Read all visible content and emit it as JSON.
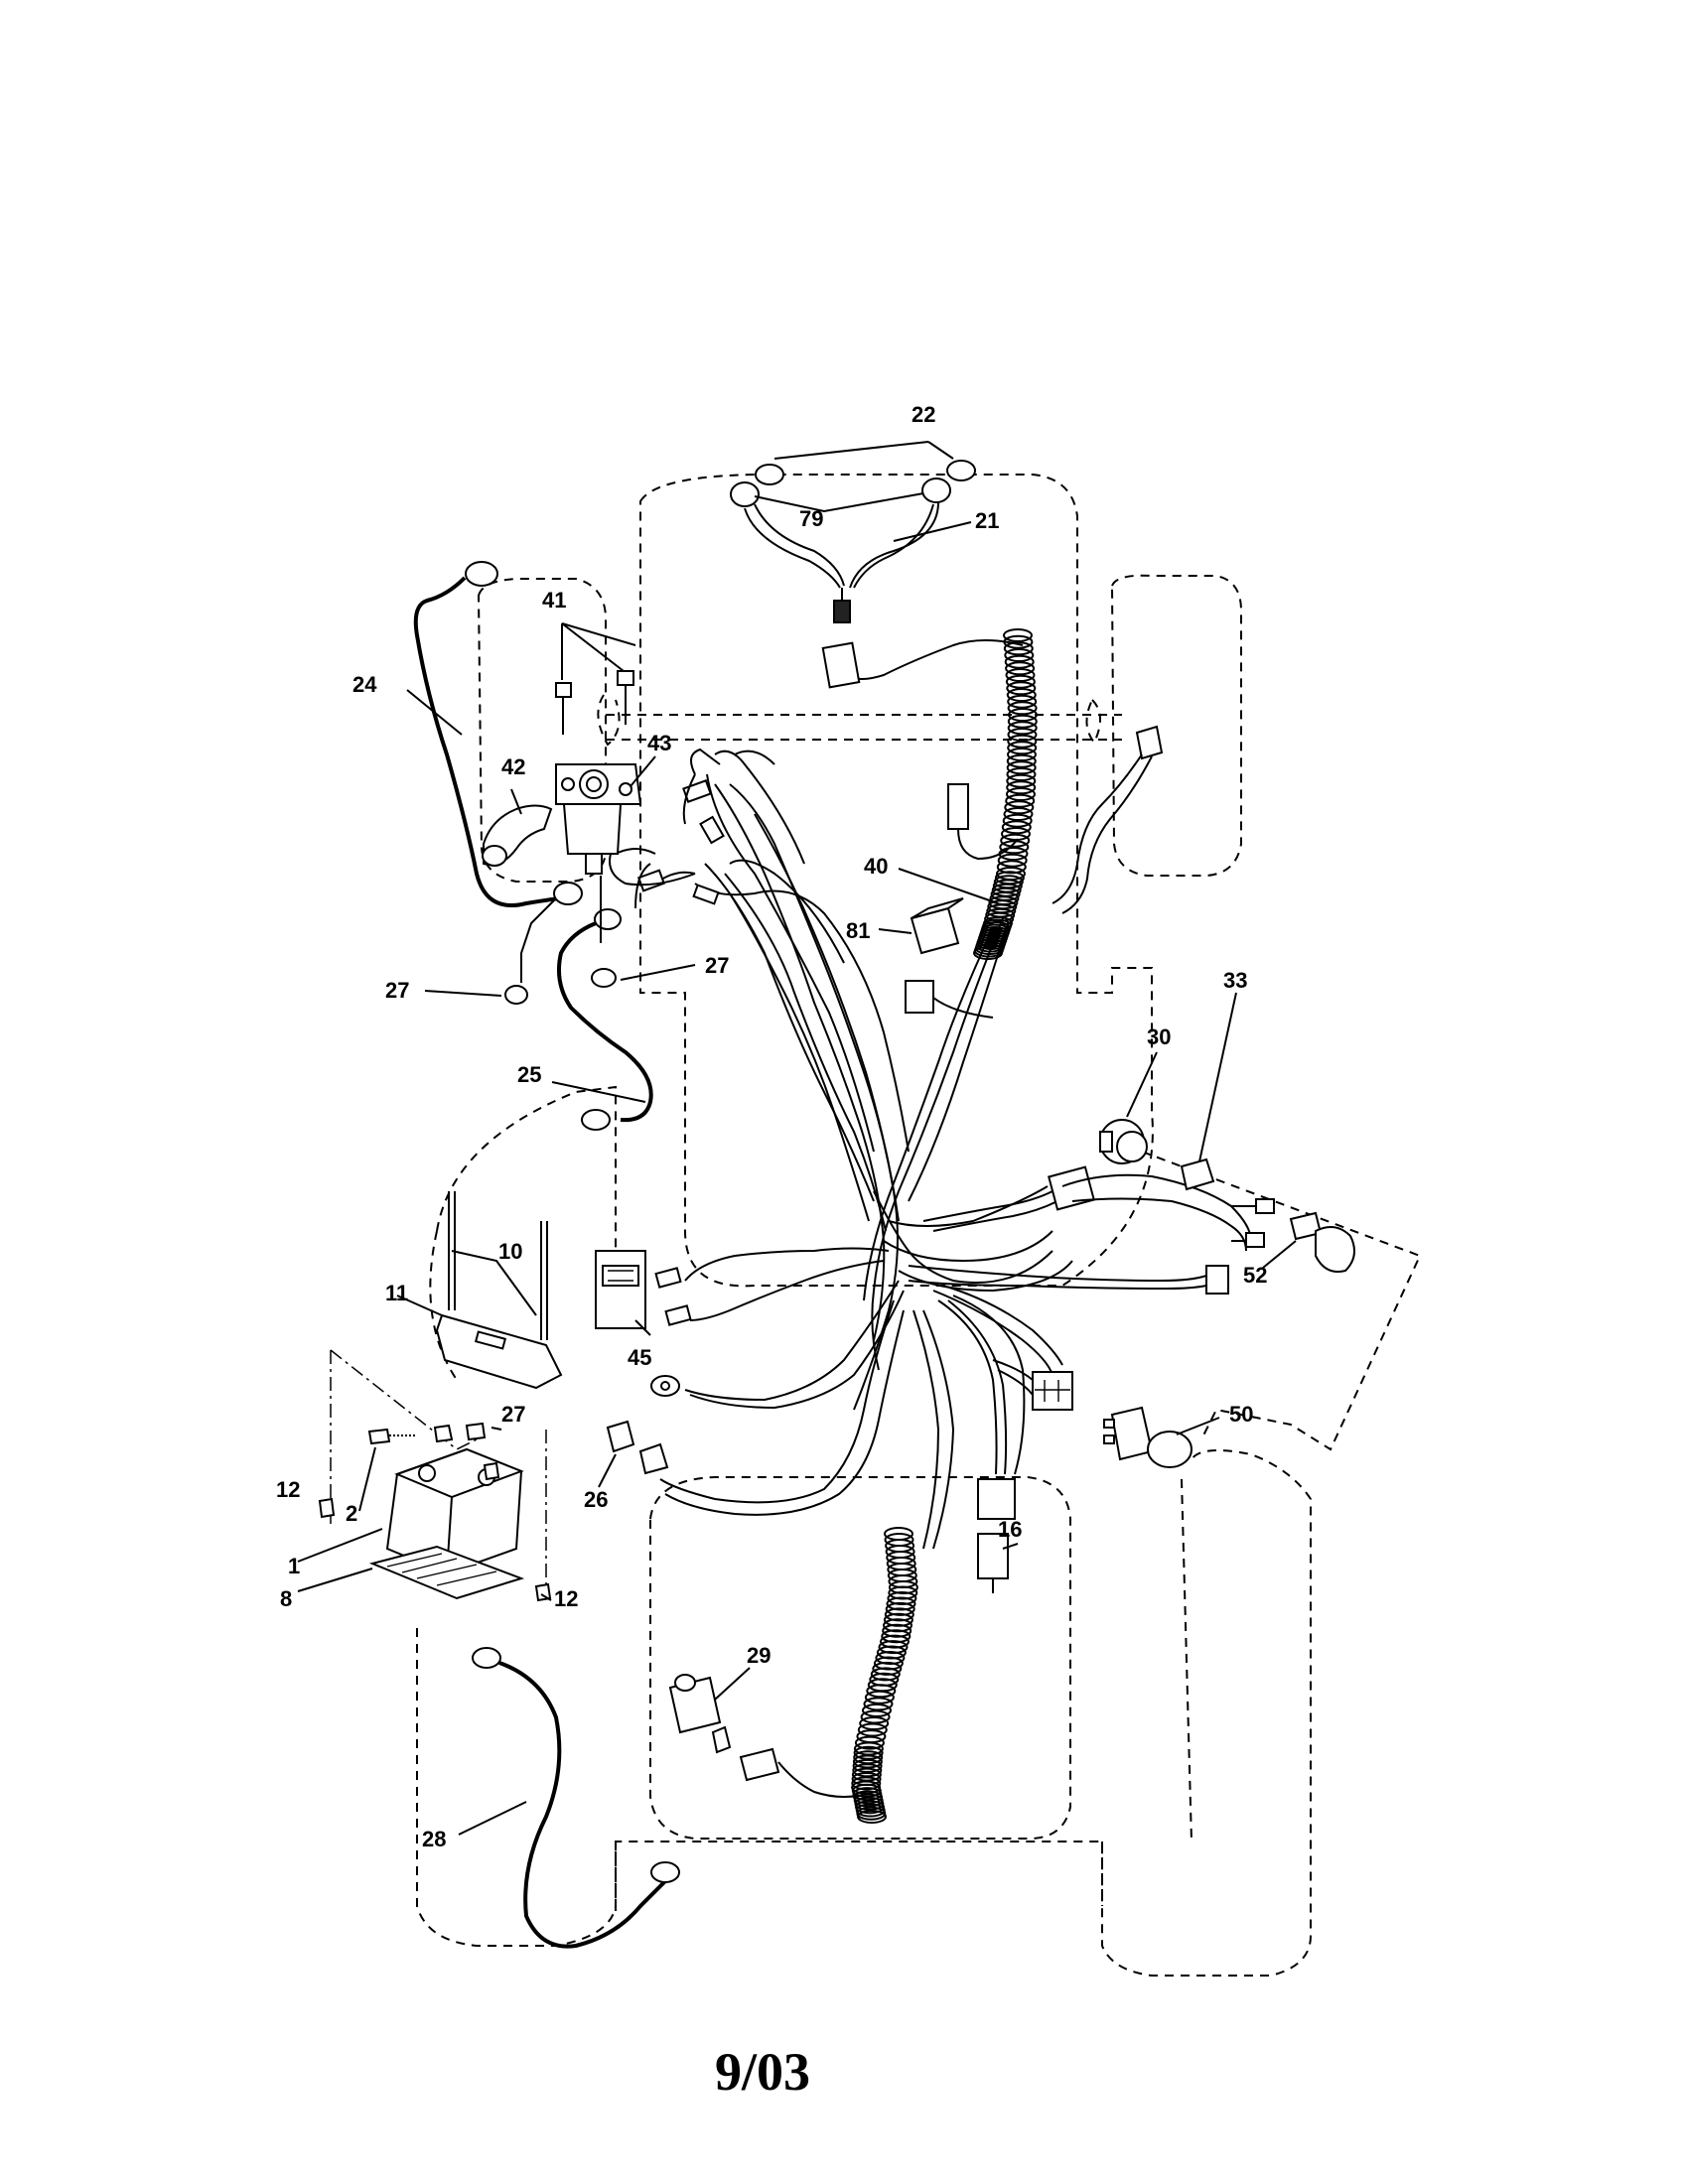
{
  "footer": {
    "page_code": "9/03"
  },
  "callouts": {
    "c1": "1",
    "c2": "2",
    "c8": "8",
    "c10": "10",
    "c11": "11",
    "c12a": "12",
    "c12b": "12",
    "c16": "16",
    "c21": "21",
    "c22": "22",
    "c24": "24",
    "c25": "25",
    "c26": "26",
    "c27a": "27",
    "c27b": "27",
    "c27c": "27",
    "c28": "28",
    "c29": "29",
    "c30": "30",
    "c33": "33",
    "c40": "40",
    "c41": "41",
    "c42": "42",
    "c43": "43",
    "c45": "45",
    "c50": "50",
    "c52": "52",
    "c79": "79",
    "c81": "81"
  }
}
